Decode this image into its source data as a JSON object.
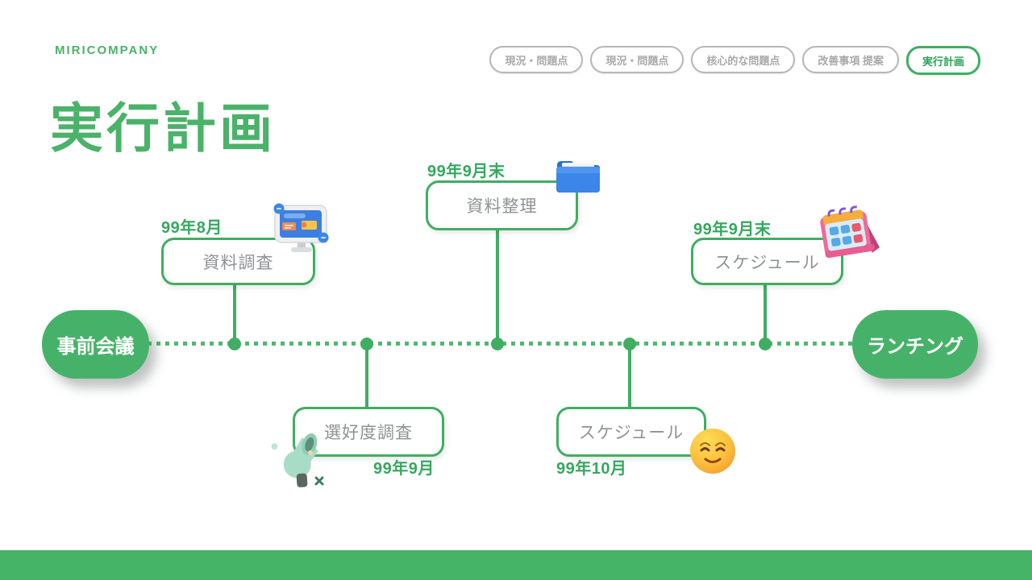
{
  "brand": "MIRICOMPANY",
  "nav": {
    "items": [
      {
        "label": "現況・問題点",
        "active": false
      },
      {
        "label": "現況・問題点",
        "active": false
      },
      {
        "label": "核心的な問題点",
        "active": false
      },
      {
        "label": "改善事項 提案",
        "active": false
      },
      {
        "label": "実行計画",
        "active": true
      }
    ]
  },
  "title": "実行計画",
  "timeline": {
    "start_label": "事前会議",
    "end_label": "ランチング",
    "milestones": [
      {
        "label": "資料調査",
        "date": "99年8月",
        "icon": "computer-monitor-icon",
        "position": "above"
      },
      {
        "label": "選好度調査",
        "date": "99年9月",
        "icon": "megaphone-icon",
        "position": "below"
      },
      {
        "label": "資料整理",
        "date": "99年9月末",
        "icon": "folder-icon",
        "position": "above"
      },
      {
        "label": "スケジュール",
        "date": "99年10月",
        "icon": "relieved-face-icon",
        "position": "below"
      },
      {
        "label": "スケジュール",
        "date": "99年9月末",
        "icon": "calendar-icon",
        "position": "above"
      }
    ]
  },
  "colors": {
    "accent_green": "#46B269",
    "line_green": "#3FAE62",
    "date_green": "#35A85E",
    "footer_green": "#45B466",
    "box_text_gray": "#8F9295",
    "pill_gray": "#A9A9A9"
  }
}
